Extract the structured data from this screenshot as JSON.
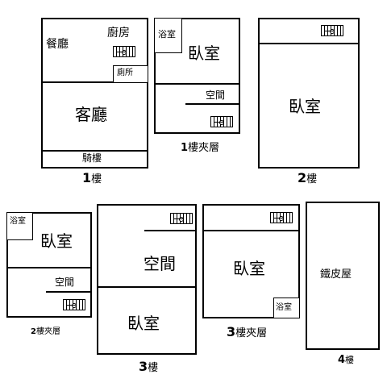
{
  "floors": {
    "f1": {
      "caption_num": "1",
      "caption_text": "樓",
      "rooms": {
        "dining": "餐廳",
        "kitchen": "廚房",
        "toilet": "廁所",
        "living": "客廳",
        "arcade": "騎樓"
      }
    },
    "f1m": {
      "caption_num": "1",
      "caption_text": "樓夾層",
      "rooms": {
        "bath": "浴室",
        "bedroom": "臥室",
        "space": "空間"
      }
    },
    "f2": {
      "caption_num": "2",
      "caption_text": "樓",
      "rooms": {
        "bedroom": "臥室"
      }
    },
    "f2m": {
      "caption_num": "2",
      "caption_text": "樓夾層",
      "rooms": {
        "bath": "浴室",
        "bedroom": "臥室",
        "space": "空間"
      }
    },
    "f3": {
      "caption_num": "3",
      "caption_text": "樓",
      "rooms": {
        "space": "空間",
        "bedroom": "臥室"
      }
    },
    "f3m": {
      "caption_num": "3",
      "caption_text": "樓夾層",
      "rooms": {
        "bedroom": "臥室",
        "bath": "浴室"
      }
    },
    "f4": {
      "caption_num": "4",
      "caption_text": "樓",
      "rooms": {
        "shed": "鐵皮屋"
      }
    }
  }
}
